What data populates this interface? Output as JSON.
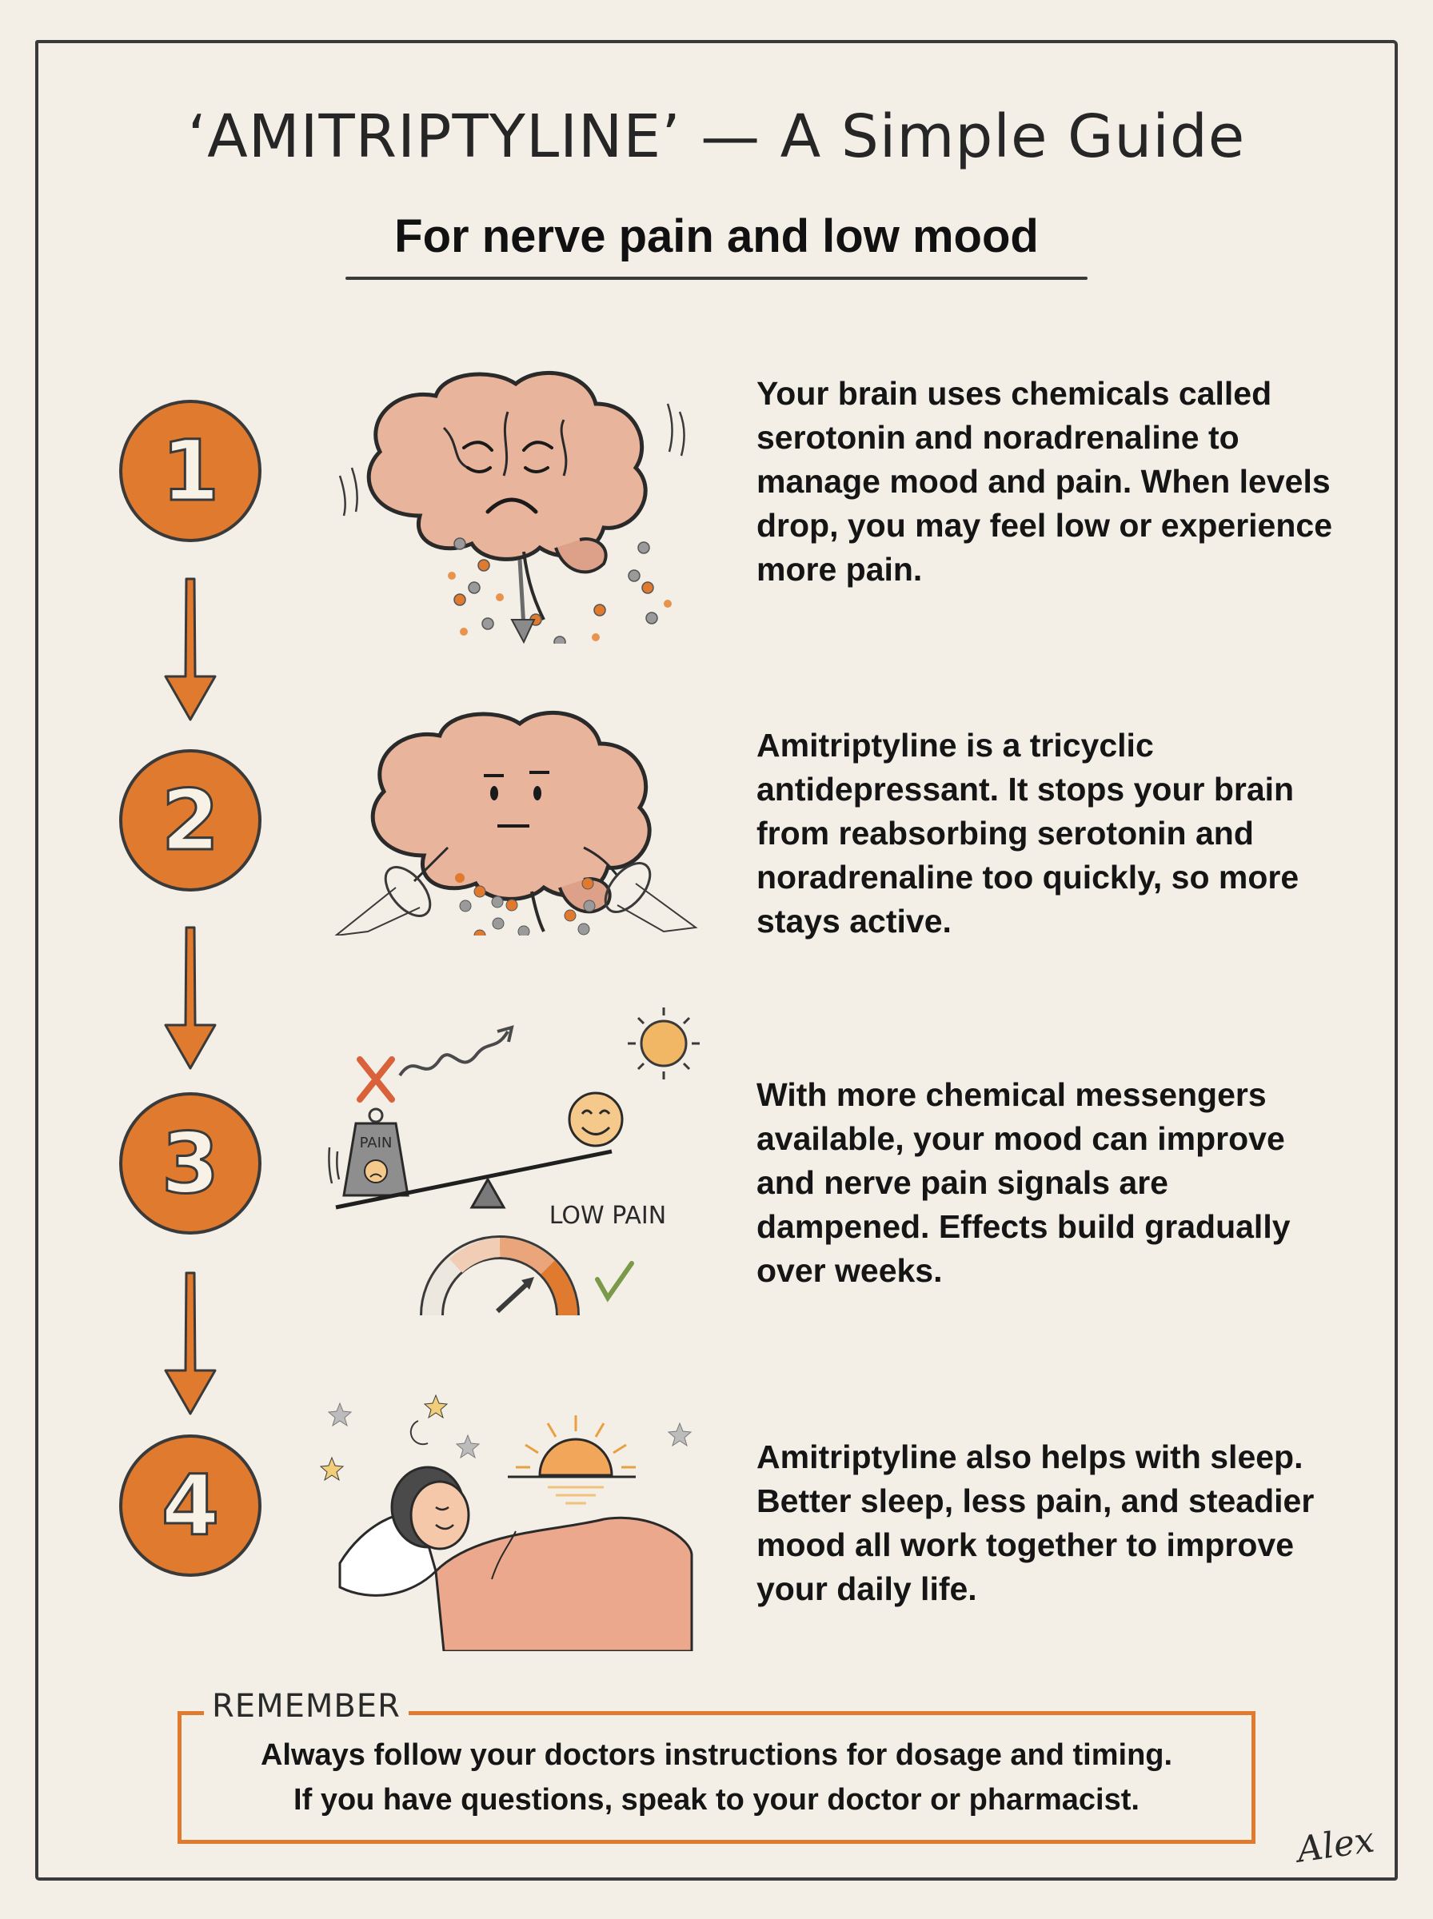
{
  "header": {
    "title": "‘AMITRIPTYLINE’ — A Simple Guide",
    "subtitle": "For nerve pain and low mood"
  },
  "steps": [
    {
      "number": "1",
      "illustration": "sad-brain-dropping-chemicals",
      "text": "Your brain uses chemicals called serotonin and noradrenaline to manage mood and pain. When levels drop, you may feel low or experience more pain."
    },
    {
      "number": "2",
      "illustration": "brain-catching-chemicals-with-nets",
      "text": "Amitriptyline is a tricyclic antidepressant. It stops your brain from reabsorbing serotonin and noradrenaline too quickly, so more stays active."
    },
    {
      "number": "3",
      "illustration": "pain-weight-seesaw-and-gauge",
      "labels": {
        "weight": "PAIN",
        "gauge": "LOW PAIN"
      },
      "text": "With more chemical messengers available, your mood can improve and nerve pain signals are dampened. Effects build gradually over weeks."
    },
    {
      "number": "4",
      "illustration": "person-sleeping-with-sunrise",
      "text": "Amitriptyline also helps with sleep. Better sleep, less pain, and steadier mood all work together to improve your daily life."
    }
  ],
  "remember": {
    "label": "REMEMBER",
    "line1": "Always follow your doctors instructions for dosage and timing.",
    "line2": "If you have questions, speak to your doctor or pharmacist."
  },
  "signature": "Alex",
  "colors": {
    "accent": "#e07a2e",
    "background": "#f3efe6",
    "ink": "#3a3a3a",
    "brain": "#e9b49c",
    "sun": "#f2b765",
    "check": "#7a9a4a"
  }
}
